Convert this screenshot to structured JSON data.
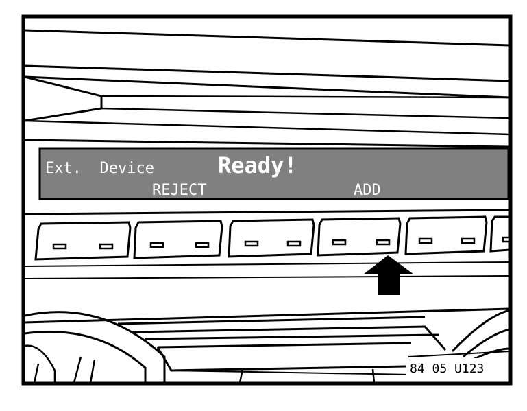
{
  "display": {
    "line1_prefix": "Ext.  Device",
    "line1_status": "Ready!",
    "softkey_left": "REJECT",
    "softkey_right": "ADD"
  },
  "figure_code": "84 05 U123",
  "colors": {
    "frame": "#000000",
    "display_bg": "#808080",
    "display_text": "#ffffff",
    "button_face": "#ffffff",
    "background": "#ffffff"
  },
  "icons": {
    "pointer": "arrow-up-icon"
  }
}
